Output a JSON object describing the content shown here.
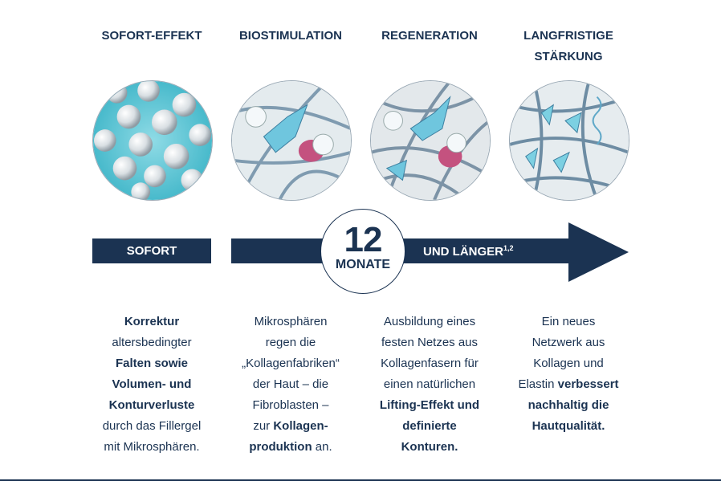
{
  "columns": [
    {
      "heading": "SOFORT-EFFEKT",
      "image_icon": "filler-microspheres-icon",
      "lines": [
        [
          {
            "t": "Korrektur",
            "b": true
          }
        ],
        [
          {
            "t": "altersbedingter",
            "b": false
          }
        ],
        [
          {
            "t": "Falten sowie",
            "b": true
          }
        ],
        [
          {
            "t": "Volumen- und",
            "b": true
          }
        ],
        [
          {
            "t": "Konturverluste",
            "b": true
          }
        ],
        [
          {
            "t": "durch das Fillergel",
            "b": false
          }
        ],
        [
          {
            "t": "mit Mikrosphären.",
            "b": false
          }
        ]
      ]
    },
    {
      "heading": "BIOSTIMULATION",
      "image_icon": "fibroblast-stimulation-icon",
      "lines": [
        [
          {
            "t": "Mikrosphären",
            "b": false
          }
        ],
        [
          {
            "t": "regen die",
            "b": false
          }
        ],
        [
          {
            "t": "„Kollagenfabriken“",
            "b": false
          }
        ],
        [
          {
            "t": "der Haut – die",
            "b": false
          }
        ],
        [
          {
            "t": "Fibroblasten –",
            "b": false
          }
        ],
        [
          {
            "t": "zur ",
            "b": false
          },
          {
            "t": "Kollagen-",
            "b": true
          }
        ],
        [
          {
            "t": "produktion",
            "b": true
          },
          {
            "t": " an.",
            "b": false
          }
        ]
      ]
    },
    {
      "heading": "REGENERATION",
      "image_icon": "collagen-network-icon",
      "lines": [
        [
          {
            "t": "Ausbildung eines",
            "b": false
          }
        ],
        [
          {
            "t": "festen Netzes aus",
            "b": false
          }
        ],
        [
          {
            "t": "Kollagenfasern für",
            "b": false
          }
        ],
        [
          {
            "t": "einen natürlichen",
            "b": false
          }
        ],
        [
          {
            "t": "Lifting-Effekt und",
            "b": true
          }
        ],
        [
          {
            "t": "definierte",
            "b": true
          }
        ],
        [
          {
            "t": "Konturen.",
            "b": true
          }
        ]
      ]
    },
    {
      "heading": "LANGFRISTIGE STÄRKUNG",
      "heading_lines": [
        "LANGFRISTIGE",
        "STÄRKUNG"
      ],
      "image_icon": "collagen-elastin-network-icon",
      "lines": [
        [
          {
            "t": "Ein neues",
            "b": false
          }
        ],
        [
          {
            "t": "Netzwerk aus",
            "b": false
          }
        ],
        [
          {
            "t": "Kollagen und",
            "b": false
          }
        ],
        [
          {
            "t": "Elastin ",
            "b": false
          },
          {
            "t": "verbessert",
            "b": true
          }
        ],
        [
          {
            "t": "nachhaltig die",
            "b": true
          }
        ],
        [
          {
            "t": "Hautqualität.",
            "b": true
          }
        ]
      ]
    }
  ],
  "timeline": {
    "sofort": "SOFORT",
    "number": "12",
    "unit": "MONATE",
    "later": "UND LÄNGER",
    "later_sup": "1,2"
  },
  "colors": {
    "navy": "#1b3352",
    "cyan": "#4fc0d0"
  }
}
